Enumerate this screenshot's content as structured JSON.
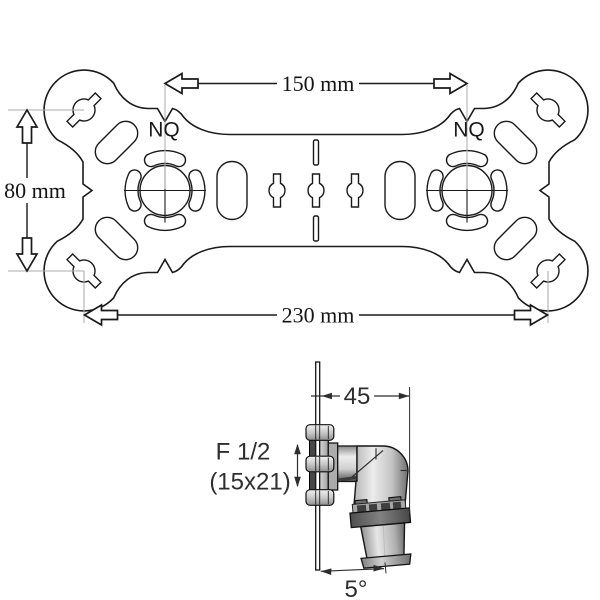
{
  "top_view": {
    "marking_left": "NQ",
    "marking_right": "NQ",
    "dims": {
      "inner_width": "150 mm",
      "height": "80 mm",
      "outer_width": "230 mm"
    }
  },
  "side_view": {
    "dims": {
      "depth": "45",
      "angle": "5°"
    },
    "thread": {
      "line1": "F 1/2",
      "line2": "(15x21)"
    }
  },
  "colors": {
    "line": "#1a1a1a",
    "extension_line": "#ababab",
    "background": "#ffffff",
    "metal_dark": "#4e4e4e",
    "metal_mid": "#a8a8a8",
    "metal_light": "#ececec"
  }
}
